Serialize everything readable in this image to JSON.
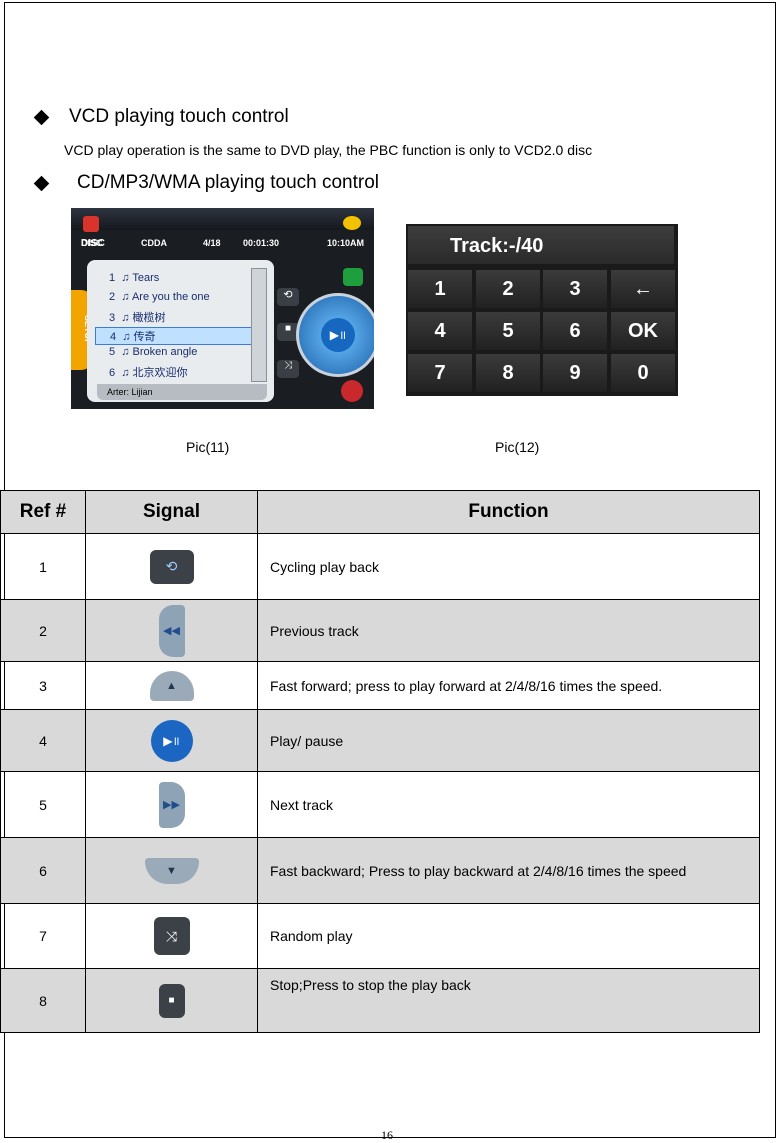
{
  "heading1": "VCD playing touch control",
  "subtext": "VCD play operation is the same to DVD play, the PBC function is only to VCD2.0 disc",
  "heading2": "CD/MP3/WMA playing touch control",
  "screen": {
    "disc_label": "DISC",
    "mode": "CDDA",
    "track_count": "4/18",
    "elapsed": "00:01:30",
    "clock": "10:10AM",
    "setup_label": "SETUP",
    "artist": "Arter: Lijian",
    "tracks": [
      {
        "num": "1",
        "title": "Tears"
      },
      {
        "num": "2",
        "title": "Are you the one"
      },
      {
        "num": "3",
        "title": "橄榄树"
      },
      {
        "num": "4",
        "title": "传奇"
      },
      {
        "num": "5",
        "title": "Broken angle"
      },
      {
        "num": "6",
        "title": "北京欢迎你"
      }
    ]
  },
  "keypad": {
    "display": "Track:-/40",
    "keys": [
      "1",
      "2",
      "3",
      "←",
      "4",
      "5",
      "6",
      "OK",
      "7",
      "8",
      "9",
      "0"
    ]
  },
  "caption_left": "Pic(11)",
  "caption_right": "Pic(12)",
  "table": {
    "headers": [
      "Ref #",
      "Signal",
      "Function"
    ],
    "rows": [
      {
        "ref": "1",
        "icon": "cycle-icon",
        "function": "Cycling play back"
      },
      {
        "ref": "2",
        "icon": "previous-track-icon",
        "function": "Previous track"
      },
      {
        "ref": "3",
        "icon": "fast-forward-up-icon",
        "function": "Fast forward; press to play forward at 2/4/8/16 times the speed."
      },
      {
        "ref": "4",
        "icon": "play-pause-icon",
        "function": "Play/ pause"
      },
      {
        "ref": "5",
        "icon": "next-track-icon",
        "function": "Next track"
      },
      {
        "ref": "6",
        "icon": "fast-backward-down-icon",
        "function": "Fast backward; Press to play backward at 2/4/8/16 times the speed"
      },
      {
        "ref": "7",
        "icon": "random-play-icon",
        "function": "Random play"
      },
      {
        "ref": "8",
        "icon": "stop-icon",
        "function": "Stop;Press to stop the play back"
      }
    ]
  },
  "page_number": "16"
}
